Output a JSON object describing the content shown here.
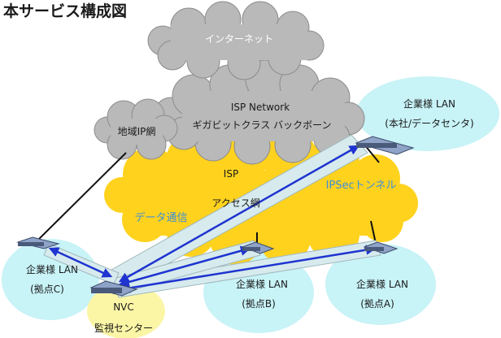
{
  "header": {
    "title": "本サービス構成図"
  },
  "clouds": {
    "internet": {
      "label": "インターネット"
    },
    "isp_network": {
      "line1": "ISP Network",
      "line2": "ギガビットクラス バックボーン"
    },
    "regional": {
      "label": "地域IP網"
    },
    "isp_access": {
      "line1": "ISP",
      "line2": "アクセス網"
    }
  },
  "sites": {
    "hq": {
      "line1": "企業様 LAN",
      "line2": "(本社/データセンタ)"
    },
    "site_c": {
      "line1": "企業様 LAN",
      "line2": "(拠点C)"
    },
    "site_b": {
      "line1": "企業様 LAN",
      "line2": "(拠点B)"
    },
    "site_a": {
      "line1": "企業様 LAN",
      "line2": "(拠点A)"
    },
    "nvc": {
      "line1": "NVC",
      "line2": "監視センター"
    }
  },
  "annotations": {
    "ipsec": "IPSecトンネル",
    "data_comm": "データ通信"
  },
  "colors": {
    "cloud_gray": "#b9b9b9",
    "access_yellow": "#ffd21e",
    "site_cyan": "#c8f3f7",
    "nvc_yellow": "#fbf6a6",
    "tunnel_fill": "#d7ebee",
    "arrow_blue": "#1f34d0"
  }
}
